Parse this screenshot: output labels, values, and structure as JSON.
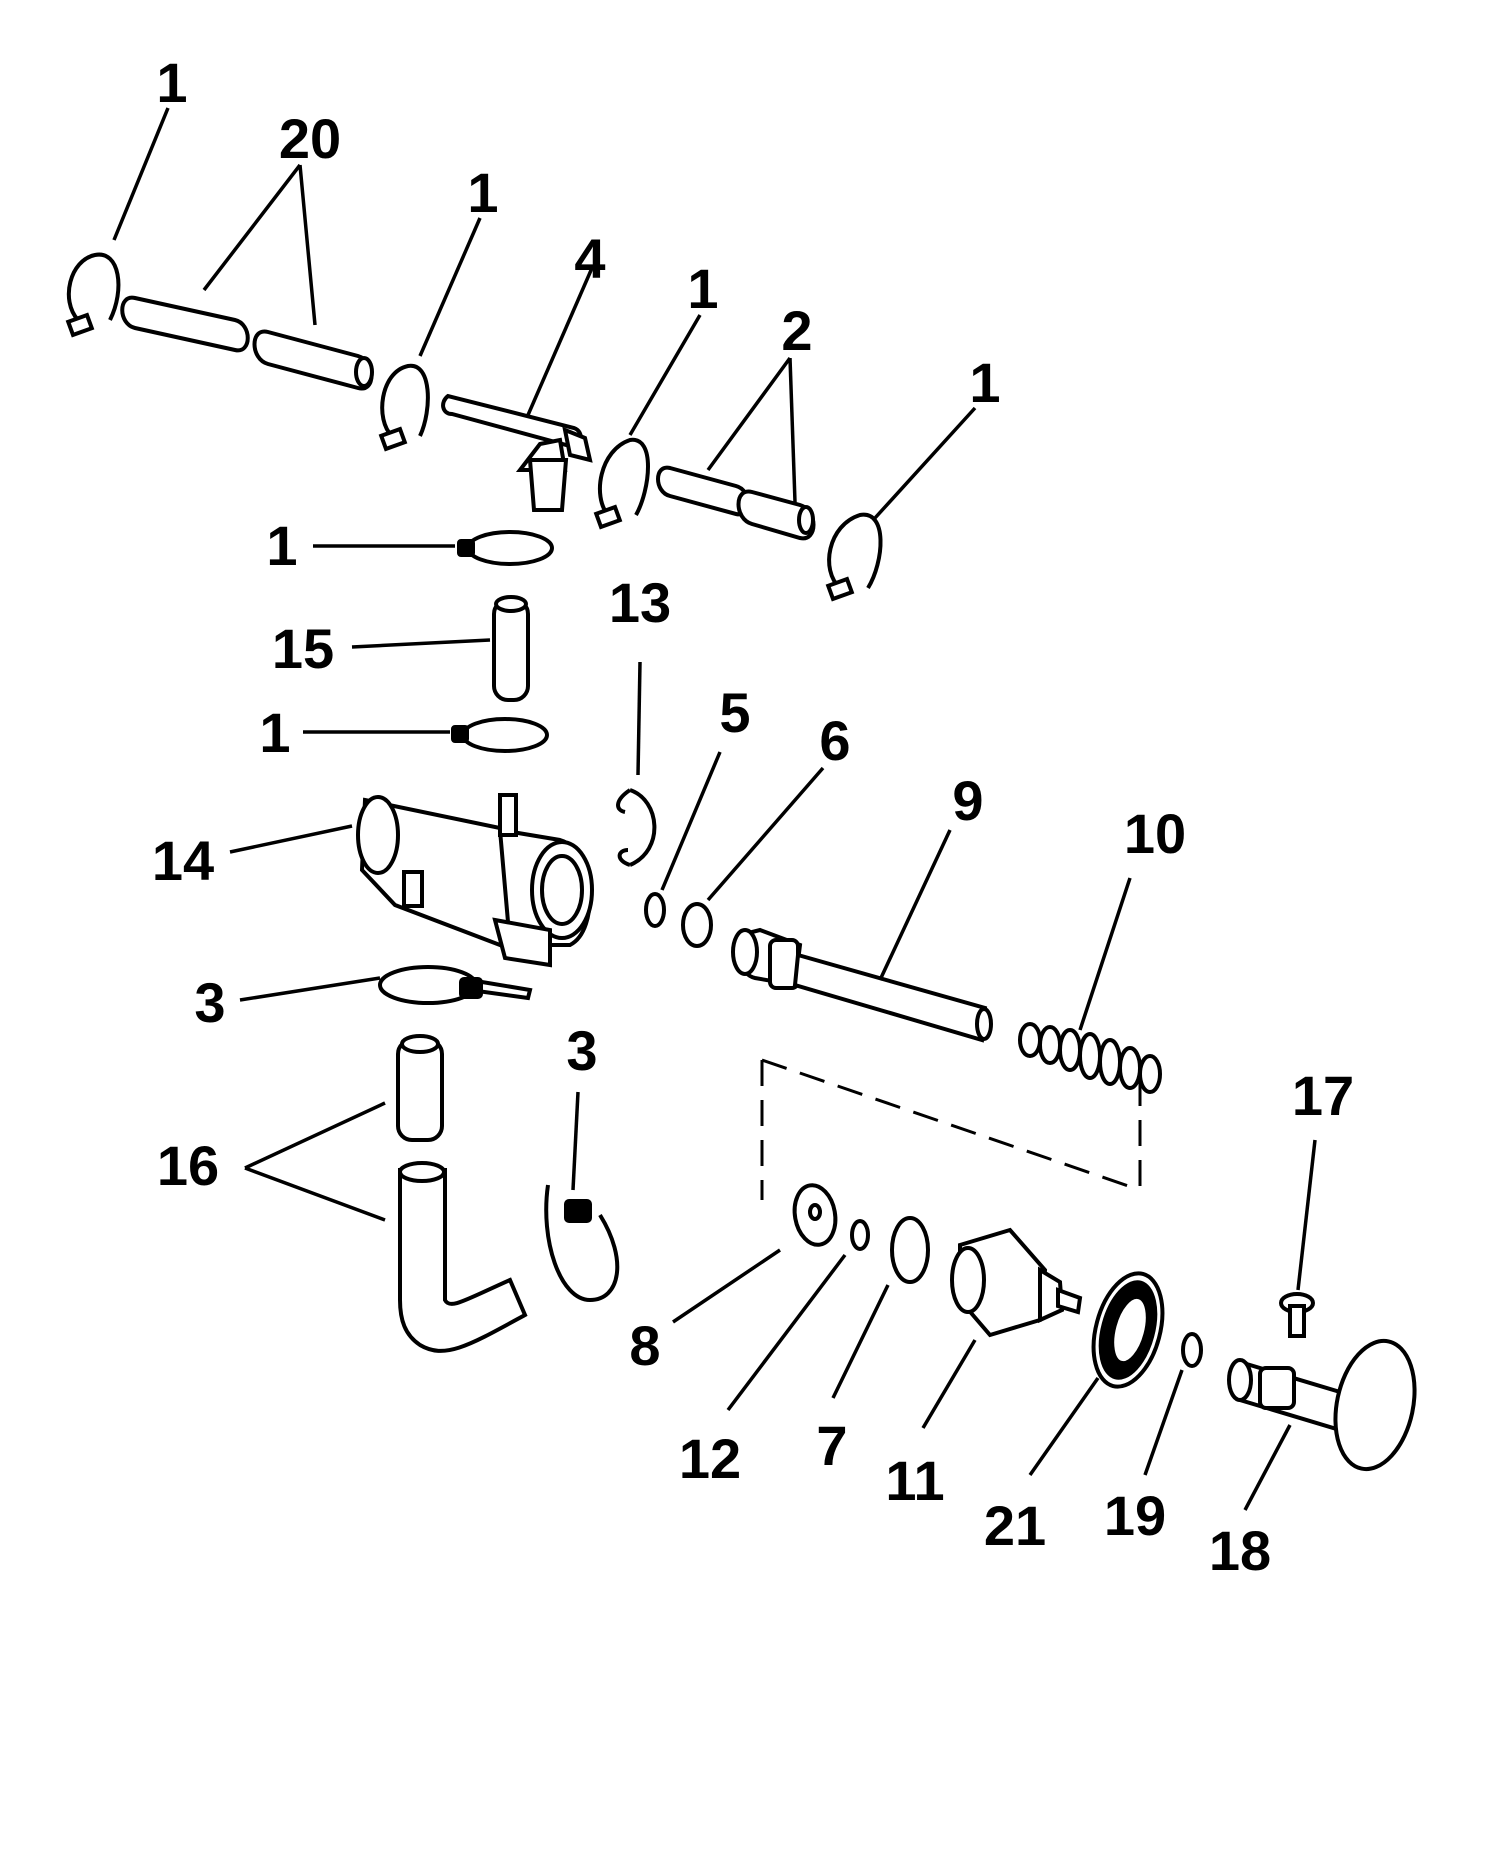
{
  "diagram": {
    "labels": {
      "p1a": "1",
      "p20": "20",
      "p1b": "1",
      "p4": "4",
      "p1c": "1",
      "p2": "2",
      "p1d": "1",
      "p1e": "1",
      "p15": "15",
      "p1f": "1",
      "p13": "13",
      "p5": "5",
      "p6": "6",
      "p9": "9",
      "p10": "10",
      "p14": "14",
      "p3a": "3",
      "p3b": "3",
      "p16": "16",
      "p17": "17",
      "p8": "8",
      "p12": "12",
      "p7": "7",
      "p11": "11",
      "p21": "21",
      "p19": "19",
      "p18": "18"
    }
  }
}
